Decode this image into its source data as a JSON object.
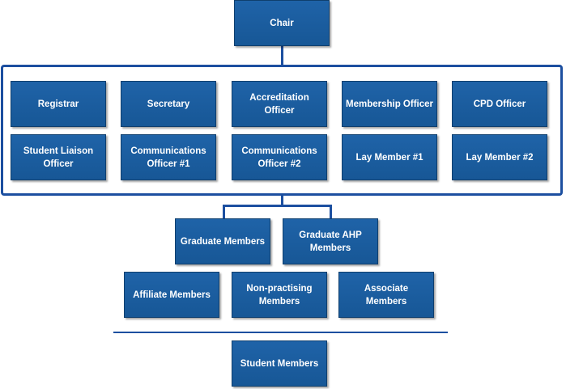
{
  "org_chart": {
    "top": {
      "label": "Chair"
    },
    "committee": {
      "row1": [
        {
          "label": "Registrar"
        },
        {
          "label": "Secretary"
        },
        {
          "label": "Accreditation\nOfficer"
        },
        {
          "label": "Membership Officer"
        },
        {
          "label": "CPD Officer"
        }
      ],
      "row2": [
        {
          "label": "Student Liaison\nOfficer"
        },
        {
          "label": "Communications\nOfficer #1"
        },
        {
          "label": "Communications\nOfficer #2"
        },
        {
          "label": "Lay Member #1"
        },
        {
          "label": "Lay Member #2"
        }
      ]
    },
    "membership": {
      "row1": [
        {
          "label": "Graduate Members"
        },
        {
          "label": "Graduate AHP\nMembers"
        }
      ],
      "row2": [
        {
          "label": "Affiliate Members"
        },
        {
          "label": "Non-practising\nMembers"
        },
        {
          "label": "Associate Members"
        }
      ]
    },
    "below_divider": {
      "label": "Student Members"
    },
    "colors": {
      "box_fill": "#1a5c9e",
      "box_border": "#0f3f6e",
      "connector": "#1c4fa0",
      "text": "#ffffff"
    }
  }
}
